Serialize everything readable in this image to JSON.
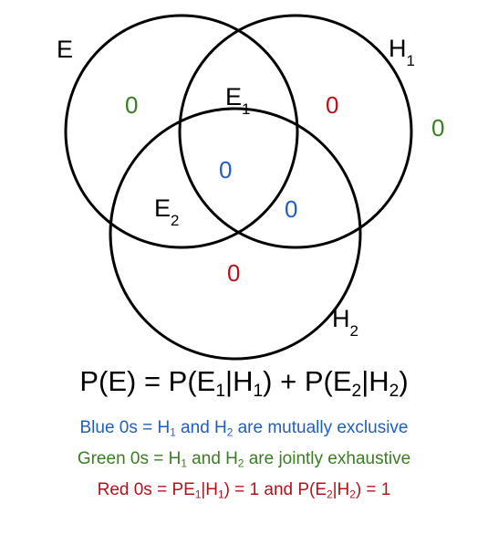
{
  "colors": {
    "blue": "#1f5fbf",
    "green": "#3a7d22",
    "red": "#b5121b",
    "outline": "#000000"
  },
  "diagram": {
    "set_labels": {
      "e": "E",
      "h1": {
        "base": "H",
        "sub": "1"
      },
      "h2": {
        "base": "H",
        "sub": "2"
      }
    },
    "region_labels": {
      "e1": {
        "base": "E",
        "sub": "1"
      },
      "e2": {
        "base": "E",
        "sub": "2"
      }
    },
    "zeros": {
      "e_only": {
        "text": "0",
        "color": "green"
      },
      "outside": {
        "text": "0",
        "color": "green"
      },
      "h1_only": {
        "text": "0",
        "color": "red"
      },
      "h2_only": {
        "text": "0",
        "color": "red"
      },
      "center": {
        "text": "0",
        "color": "blue"
      },
      "h1_h2": {
        "text": "0",
        "color": "blue"
      }
    }
  },
  "formula": {
    "lhs": "P(E) = P(E",
    "s1": "1",
    "m1": "|H",
    "s2": "1",
    "m2": ") + P(E",
    "s3": "2",
    "m3": "|H",
    "s4": "2",
    "end": ")"
  },
  "legend": {
    "blue": {
      "a": "Blue 0s = H",
      "s1": "1",
      "b": " and H",
      "s2": "2",
      "c": " are mutually exclusive"
    },
    "green": {
      "a": "Green 0s = H",
      "s1": "1",
      "b": " and H",
      "s2": "2",
      "c": " are jointly exhaustive"
    },
    "red": {
      "a": "Red 0s = PE",
      "s1": "1",
      "b": "|H",
      "s2": "1",
      "c": ") = 1 and P(E",
      "s3": "2",
      "d": "|H",
      "s4": "2",
      "e": ") = 1"
    }
  }
}
